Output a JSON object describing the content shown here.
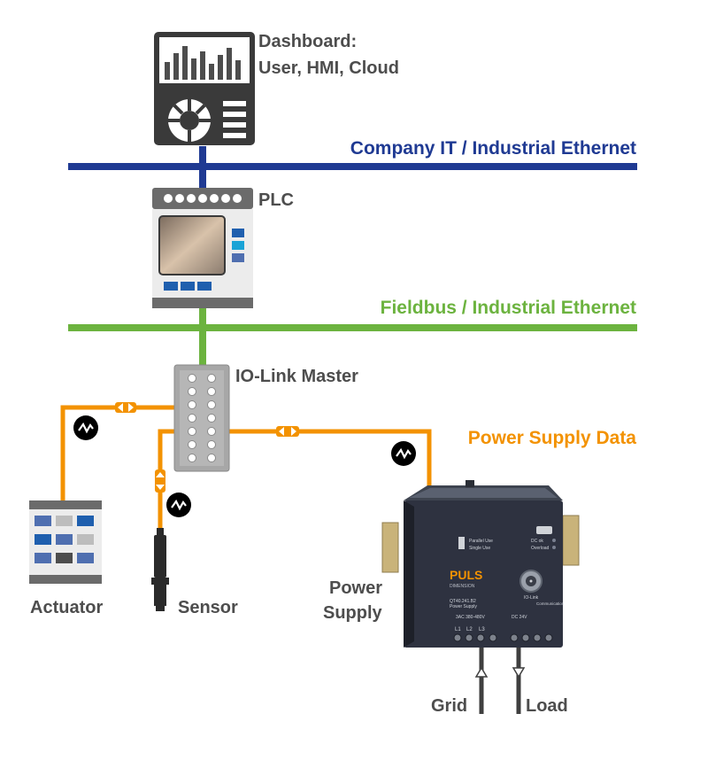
{
  "labels": {
    "dashboard_line1": "Dashboard:",
    "dashboard_line2": "User, HMI, Cloud",
    "company_network": "Company IT / Industrial Ethernet",
    "plc": "PLC",
    "fieldbus_network": "Fieldbus / Industrial Ethernet",
    "io_link_master": "IO-Link Master",
    "power_supply_data": "Power Supply Data",
    "actuator": "Actuator",
    "sensor": "Sensor",
    "power_supply_line1": "Power",
    "power_supply_line2": "Supply",
    "grid": "Grid",
    "load": "Load"
  },
  "device_text": {
    "brand": "PULS",
    "brand_sub": "DIMENSION",
    "model": "QT40.241.B2",
    "model_sub": "Power Supply",
    "io_link": "IO-Link",
    "communication": "Communication",
    "parallel_use": "Parallel Use",
    "single_use": "Single Use",
    "dc_ok": "DC ok",
    "overload": "Overload",
    "input_rating": "3AC 380-480V",
    "output_rating": "DC 24V",
    "term_l1": "L1",
    "term_l2": "L2",
    "term_l3": "L3"
  },
  "colors": {
    "company_network": "#1f3a93",
    "fieldbus_network": "#6cb33f",
    "io_link": "#f39200",
    "label_text": "#4d4d4d"
  }
}
